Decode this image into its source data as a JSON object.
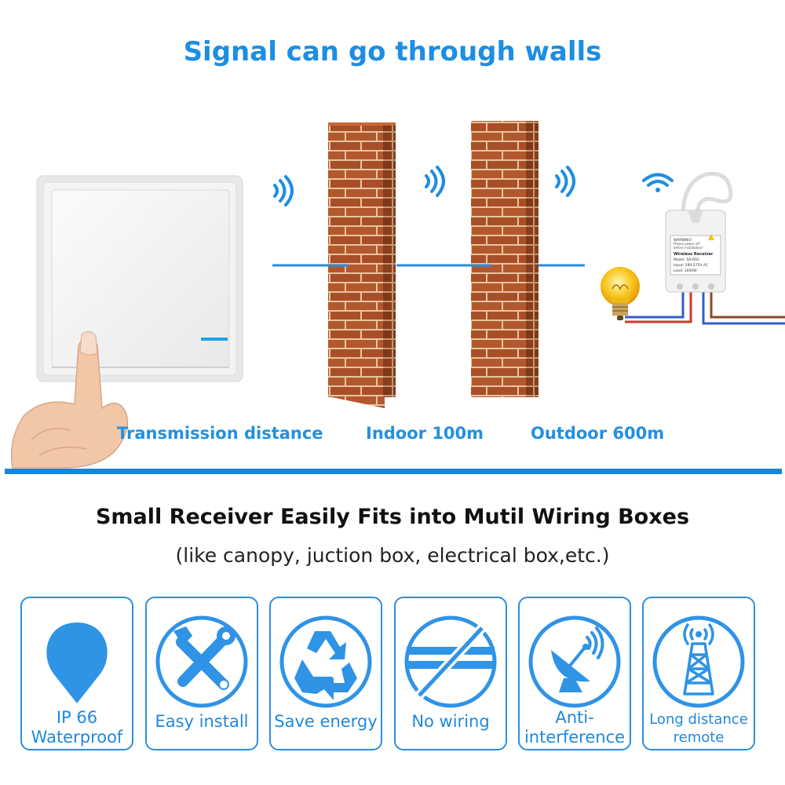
{
  "title": "Signal can go through walls",
  "distance_labels": {
    "transmission": "Transmission distance",
    "indoor": "Indoor 100m",
    "outdoor": "Outdoor 600m"
  },
  "heading": "Small Receiver Easily Fits into Mutil Wiring Boxes",
  "subheading": "(like canopy, juction box, electrical box,etc.)",
  "receiver_label": {
    "warning": "WARNING!",
    "line1": "Please power off",
    "line2": "before installation!",
    "name": "Wireless Receiver",
    "model": "Model: SR-R02",
    "input": "Input: 180-275V AC",
    "load": "Load: 1000W"
  },
  "features": [
    {
      "icon": "water-drop-icon",
      "line1": "IP 66",
      "line2": "Waterproof"
    },
    {
      "icon": "tools-icon",
      "line1": "Easy install",
      "line2": ""
    },
    {
      "icon": "recycle-icon",
      "line1": "Save energy",
      "line2": ""
    },
    {
      "icon": "no-wiring-icon",
      "line1": "No wiring",
      "line2": ""
    },
    {
      "icon": "satellite-dish-icon",
      "line1": "Anti-",
      "line2": "interference"
    },
    {
      "icon": "signal-tower-icon",
      "line1": "Long distance",
      "line2": "remote"
    }
  ],
  "colors": {
    "accent_blue": "#1c8ee3",
    "brick": "#b2562c",
    "mortar": "#e9c7a3"
  }
}
